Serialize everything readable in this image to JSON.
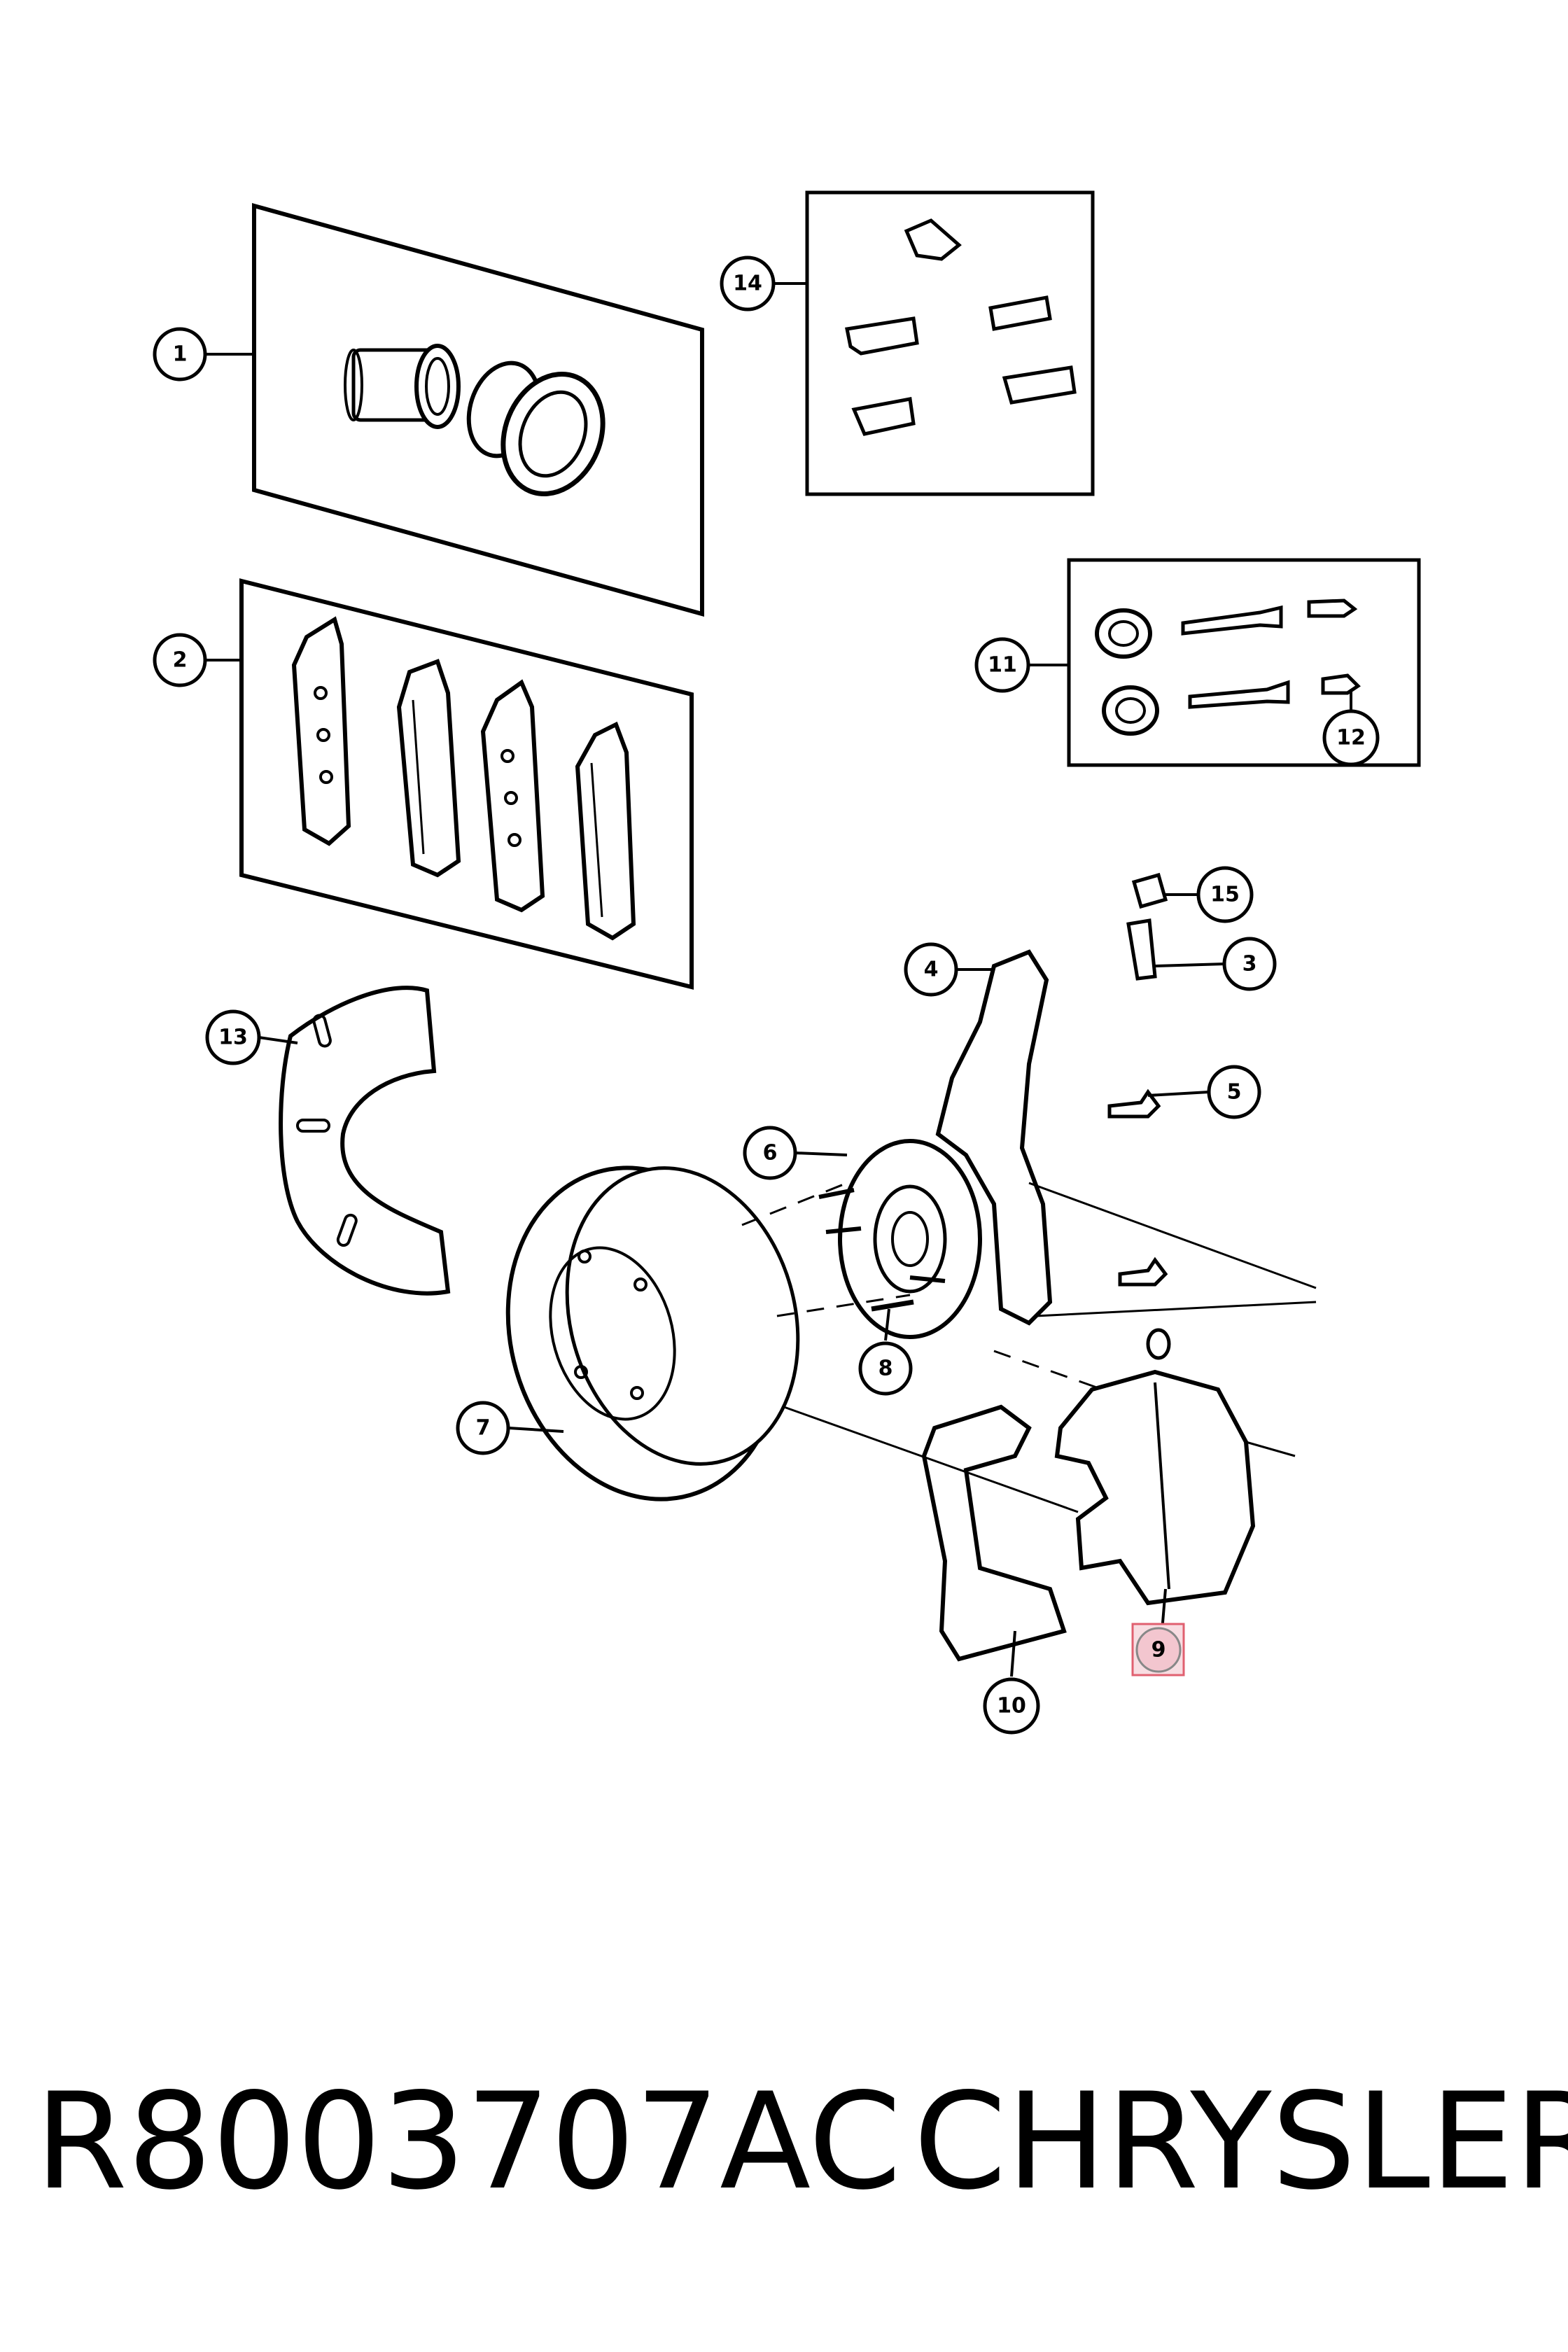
{
  "callouts": [
    {
      "id": "1",
      "label": "1"
    },
    {
      "id": "2",
      "label": "2"
    },
    {
      "id": "3",
      "label": "3"
    },
    {
      "id": "4",
      "label": "4"
    },
    {
      "id": "5",
      "label": "5"
    },
    {
      "id": "6",
      "label": "6"
    },
    {
      "id": "7",
      "label": "7"
    },
    {
      "id": "8",
      "label": "8"
    },
    {
      "id": "9",
      "label": "9"
    },
    {
      "id": "10",
      "label": "10"
    },
    {
      "id": "11",
      "label": "11"
    },
    {
      "id": "12",
      "label": "12"
    },
    {
      "id": "13",
      "label": "13"
    },
    {
      "id": "14",
      "label": "14"
    },
    {
      "id": "15",
      "label": "15"
    }
  ],
  "highlight": {
    "callout": "9",
    "color": "#f3c6cf",
    "border": "#e06070"
  },
  "caption": {
    "part_number": "R8003707AC",
    "brand": "CHRYSLER"
  }
}
